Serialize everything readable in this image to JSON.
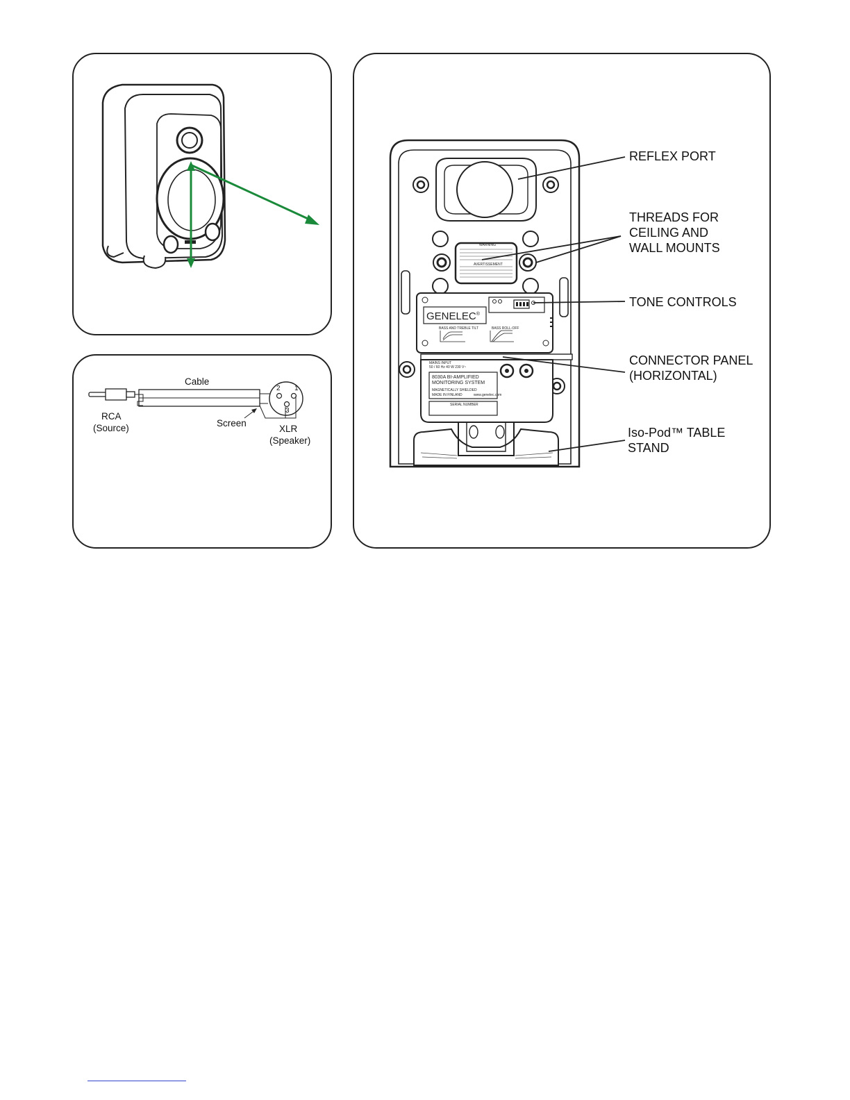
{
  "front_view": {
    "icons": [
      "speaker-front-icon",
      "arrow-vertical-icon",
      "arrow-diagonal-icon"
    ],
    "arrow_color": "#1a8a3a"
  },
  "cable_diagram": {
    "cable_label": "Cable",
    "rca_label": "RCA",
    "rca_sub": "(Source)",
    "screen_label": "Screen",
    "xlr_label": "XLR",
    "xlr_sub": "(Speaker)",
    "pins": [
      "1",
      "2",
      "3"
    ]
  },
  "rear_view": {
    "brand": "GENELEC",
    "brand_mark": "®",
    "model_line1": "8030A BI-AMPLIFIED",
    "model_line2": "MONITORING SYSTEM",
    "shield_text": "MAGNETICALLY SHIELDED",
    "made_in": "MADE IN FINLAND",
    "website": "www.genelec.com",
    "serial_label": "SERIAL NUMBER",
    "warning_title": "WARNING",
    "warning_title_fr": "AVERTISSEMENT",
    "mains_line1": "MAINS INPUT",
    "mains_line2": "50 / 60 Hz  40 W  230 V~",
    "graph1_title": "BASS AND TREBLE TILT",
    "graph2_title": "BASS ROLL-OFF",
    "callouts": [
      {
        "line1": "REFLEX PORT",
        "line2": "",
        "line3": ""
      },
      {
        "line1": "THREADS FOR",
        "line2": "CEILING AND",
        "line3": "WALL MOUNTS"
      },
      {
        "line1": "TONE CONTROLS",
        "line2": "",
        "line3": ""
      },
      {
        "line1": "CONNECTOR PANEL",
        "line2": "(HORIZONTAL)",
        "line3": ""
      },
      {
        "line1": "Iso-Pod™ TABLE",
        "line2": "STAND",
        "line3": ""
      }
    ]
  }
}
